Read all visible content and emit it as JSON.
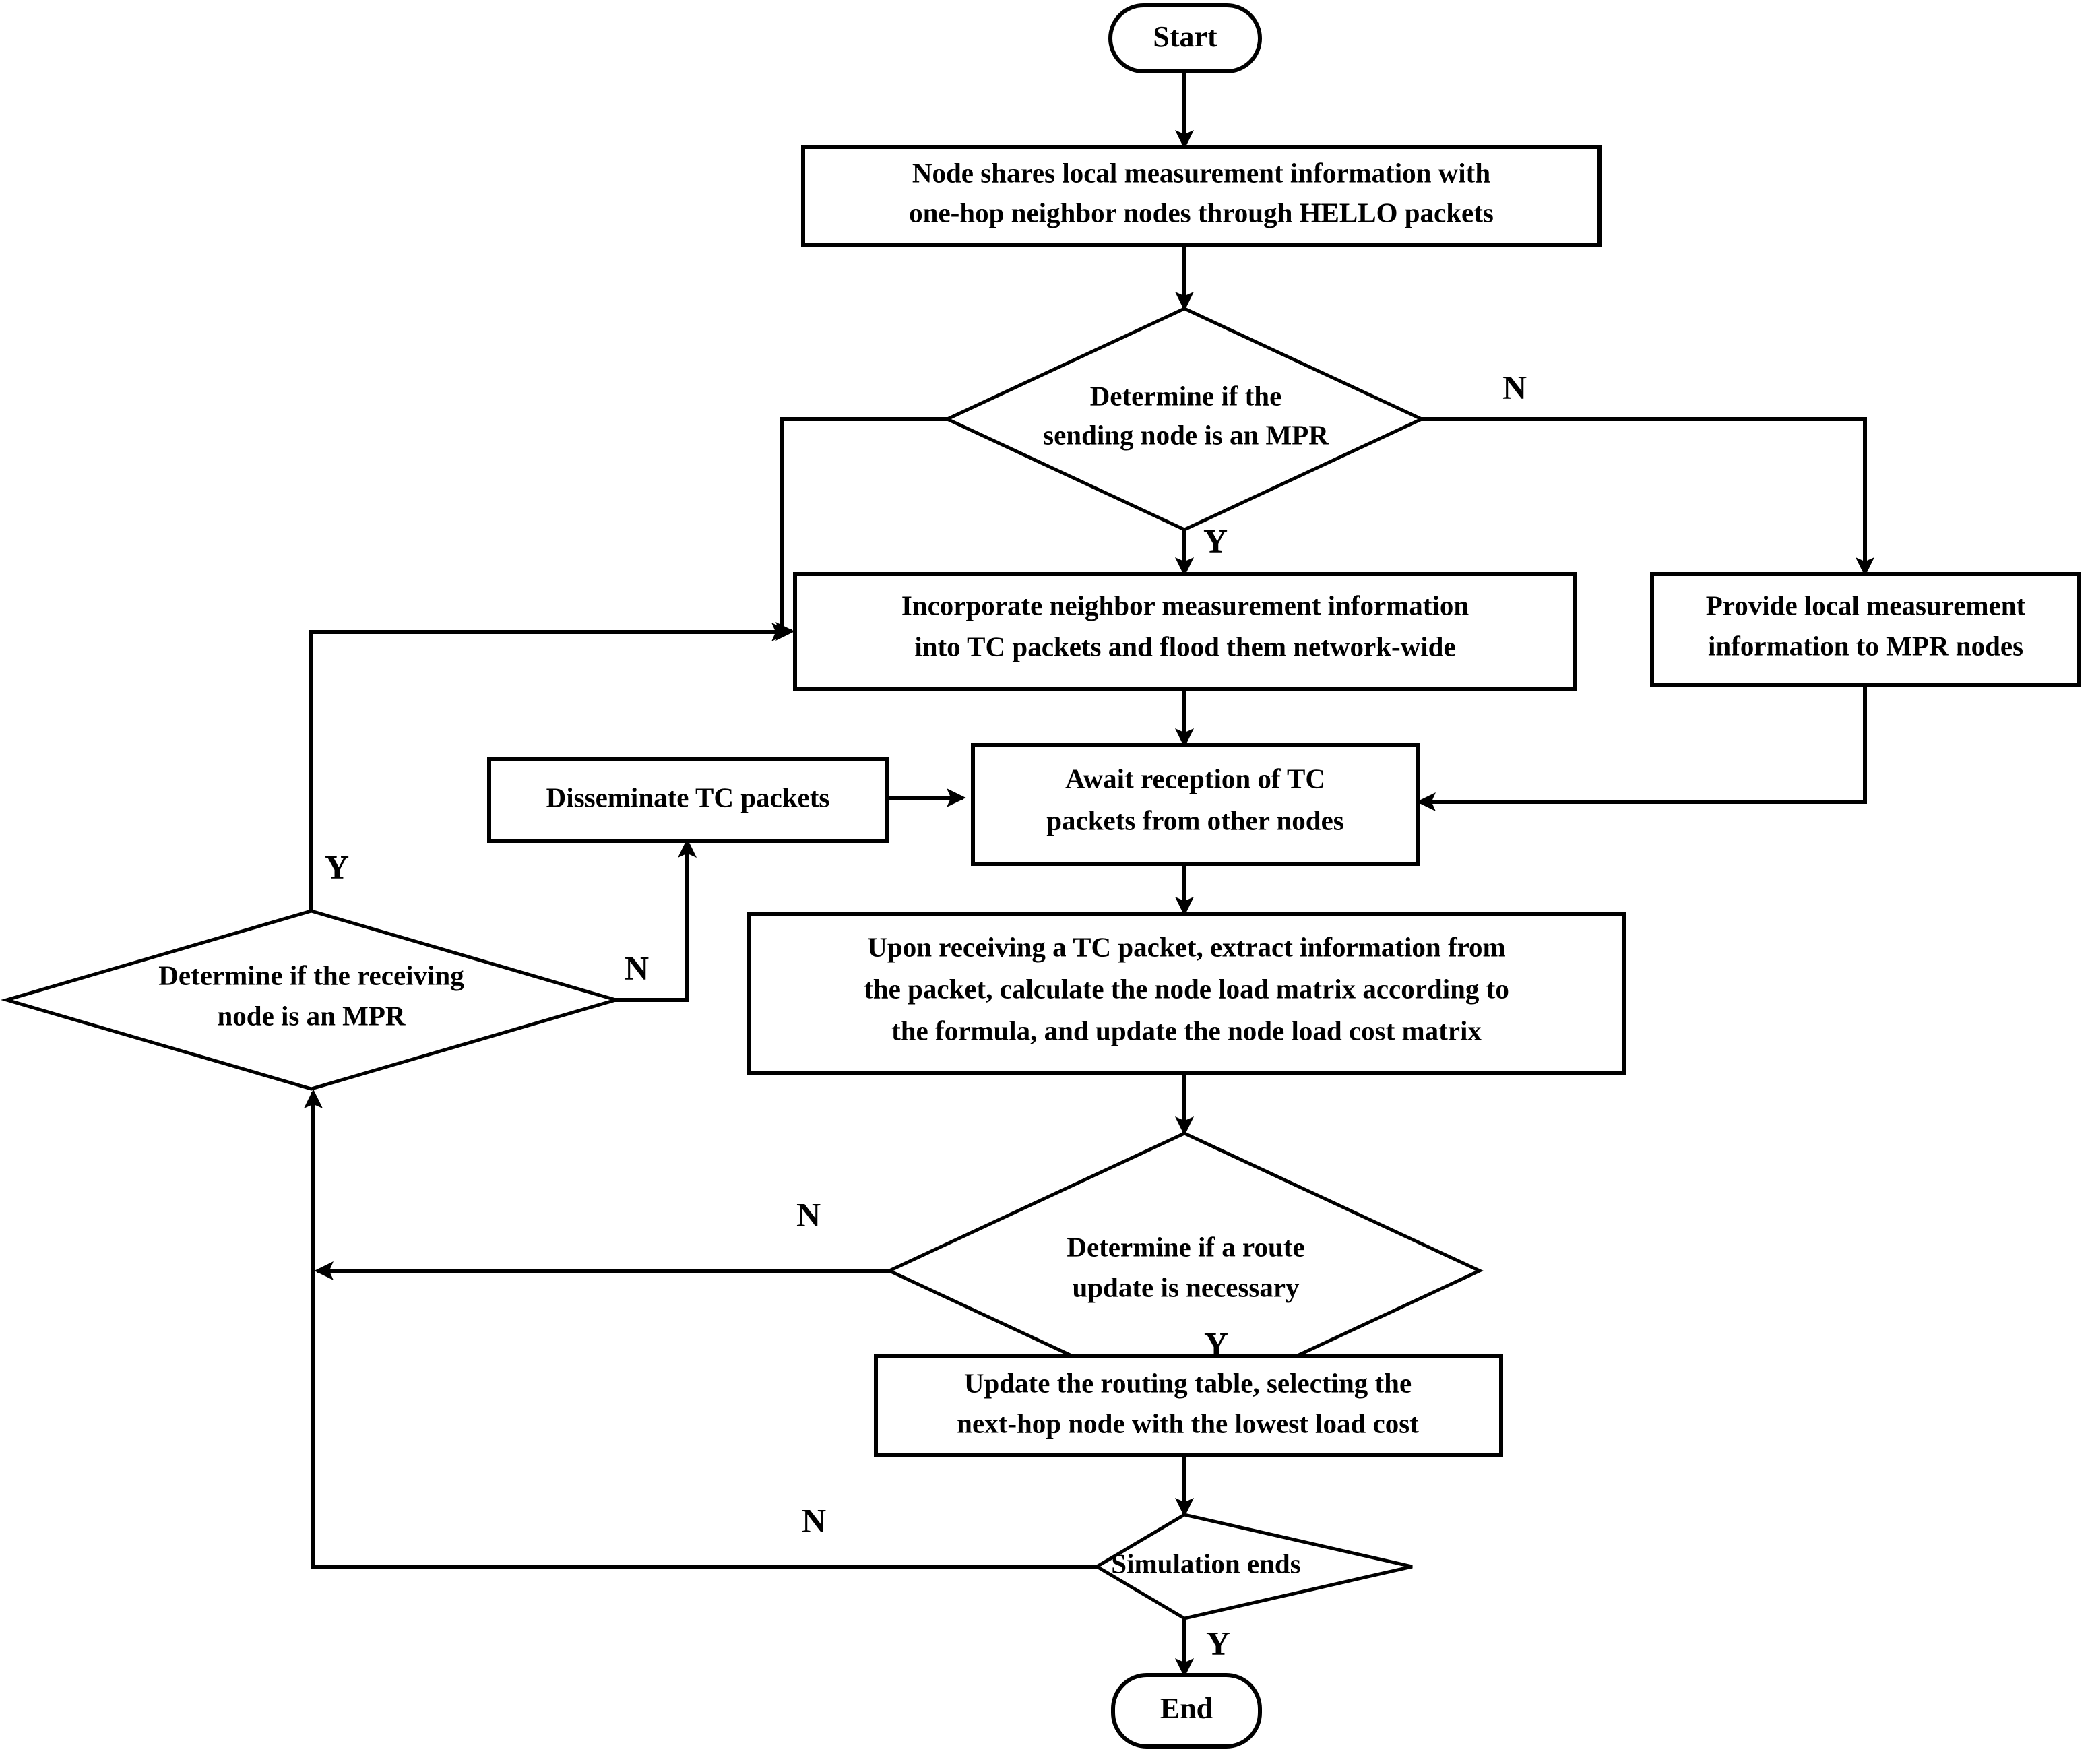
{
  "diagram": {
    "title": "OLSR load-aware routing protocol flowchart",
    "background": "#ffffff",
    "stroke": "#000000",
    "nodes": {
      "start": {
        "type": "terminal",
        "label": "Start"
      },
      "hello": {
        "type": "process",
        "line1": "Node shares local measurement information with",
        "line2": "one-hop neighbor nodes through HELLO packets"
      },
      "sending_mpr": {
        "type": "decision",
        "line1": "Determine if the",
        "line2": "sending node is an MPR"
      },
      "incorporate": {
        "type": "process",
        "line1": "Incorporate neighbor measurement information",
        "line2": "into TC packets and flood them network-wide"
      },
      "provide_local": {
        "type": "process",
        "line1": "Provide local measurement",
        "line2": "information to MPR nodes"
      },
      "await": {
        "type": "process",
        "line1": "Await reception of TC",
        "line2": "packets from other nodes"
      },
      "disseminate": {
        "type": "process",
        "line1": "Disseminate TC packets"
      },
      "receiving_mpr": {
        "type": "decision",
        "line1": "Determine if the receiving",
        "line2": "node is an MPR"
      },
      "extract": {
        "type": "process",
        "line1": "Upon receiving a TC packet, extract information from",
        "line2": "the packet, calculate the node load matrix according to",
        "line3": "the formula, and update the node load cost matrix"
      },
      "route_update": {
        "type": "decision",
        "line1": "Determine if a route",
        "line2": "update is necessary"
      },
      "update_table": {
        "type": "process",
        "line1": "Update the routing table, selecting the",
        "line2": "next-hop node with the lowest load cost"
      },
      "sim_ends": {
        "type": "decision",
        "line1": "Simulation ends"
      },
      "end": {
        "type": "terminal",
        "label": "End"
      }
    },
    "edge_labels": {
      "sending_mpr_no": "N",
      "sending_mpr_yes": "Y",
      "receiving_mpr_yes": "Y",
      "receiving_mpr_no": "N",
      "route_update_no": "N",
      "route_update_yes": "Y",
      "sim_ends_no": "N",
      "sim_ends_yes": "Y"
    }
  }
}
